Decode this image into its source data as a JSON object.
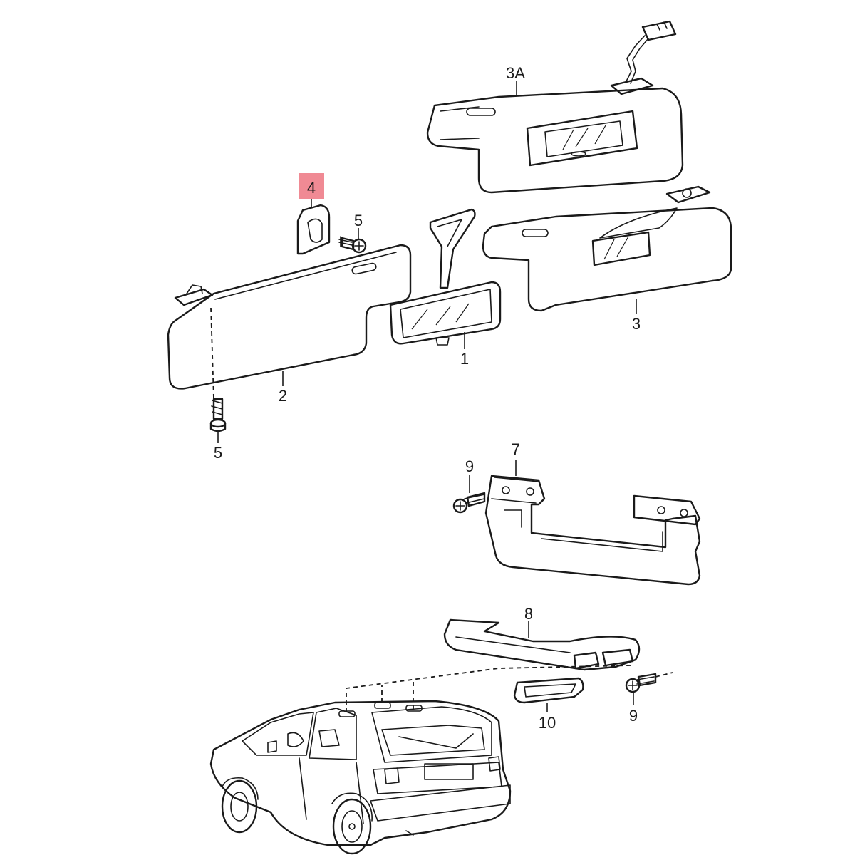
{
  "callouts": {
    "c3a": "3A",
    "c4": "4",
    "c5_top": "5",
    "c1": "1",
    "c3": "3",
    "c2": "2",
    "c5_bottom": "5",
    "c7": "7",
    "c9_upper": "9",
    "c8": "8",
    "c9_lower": "9",
    "c10": "10"
  },
  "colors": {
    "line": "#1a1a1a",
    "highlight": "#f08a94"
  },
  "highlighted_callout": "4"
}
